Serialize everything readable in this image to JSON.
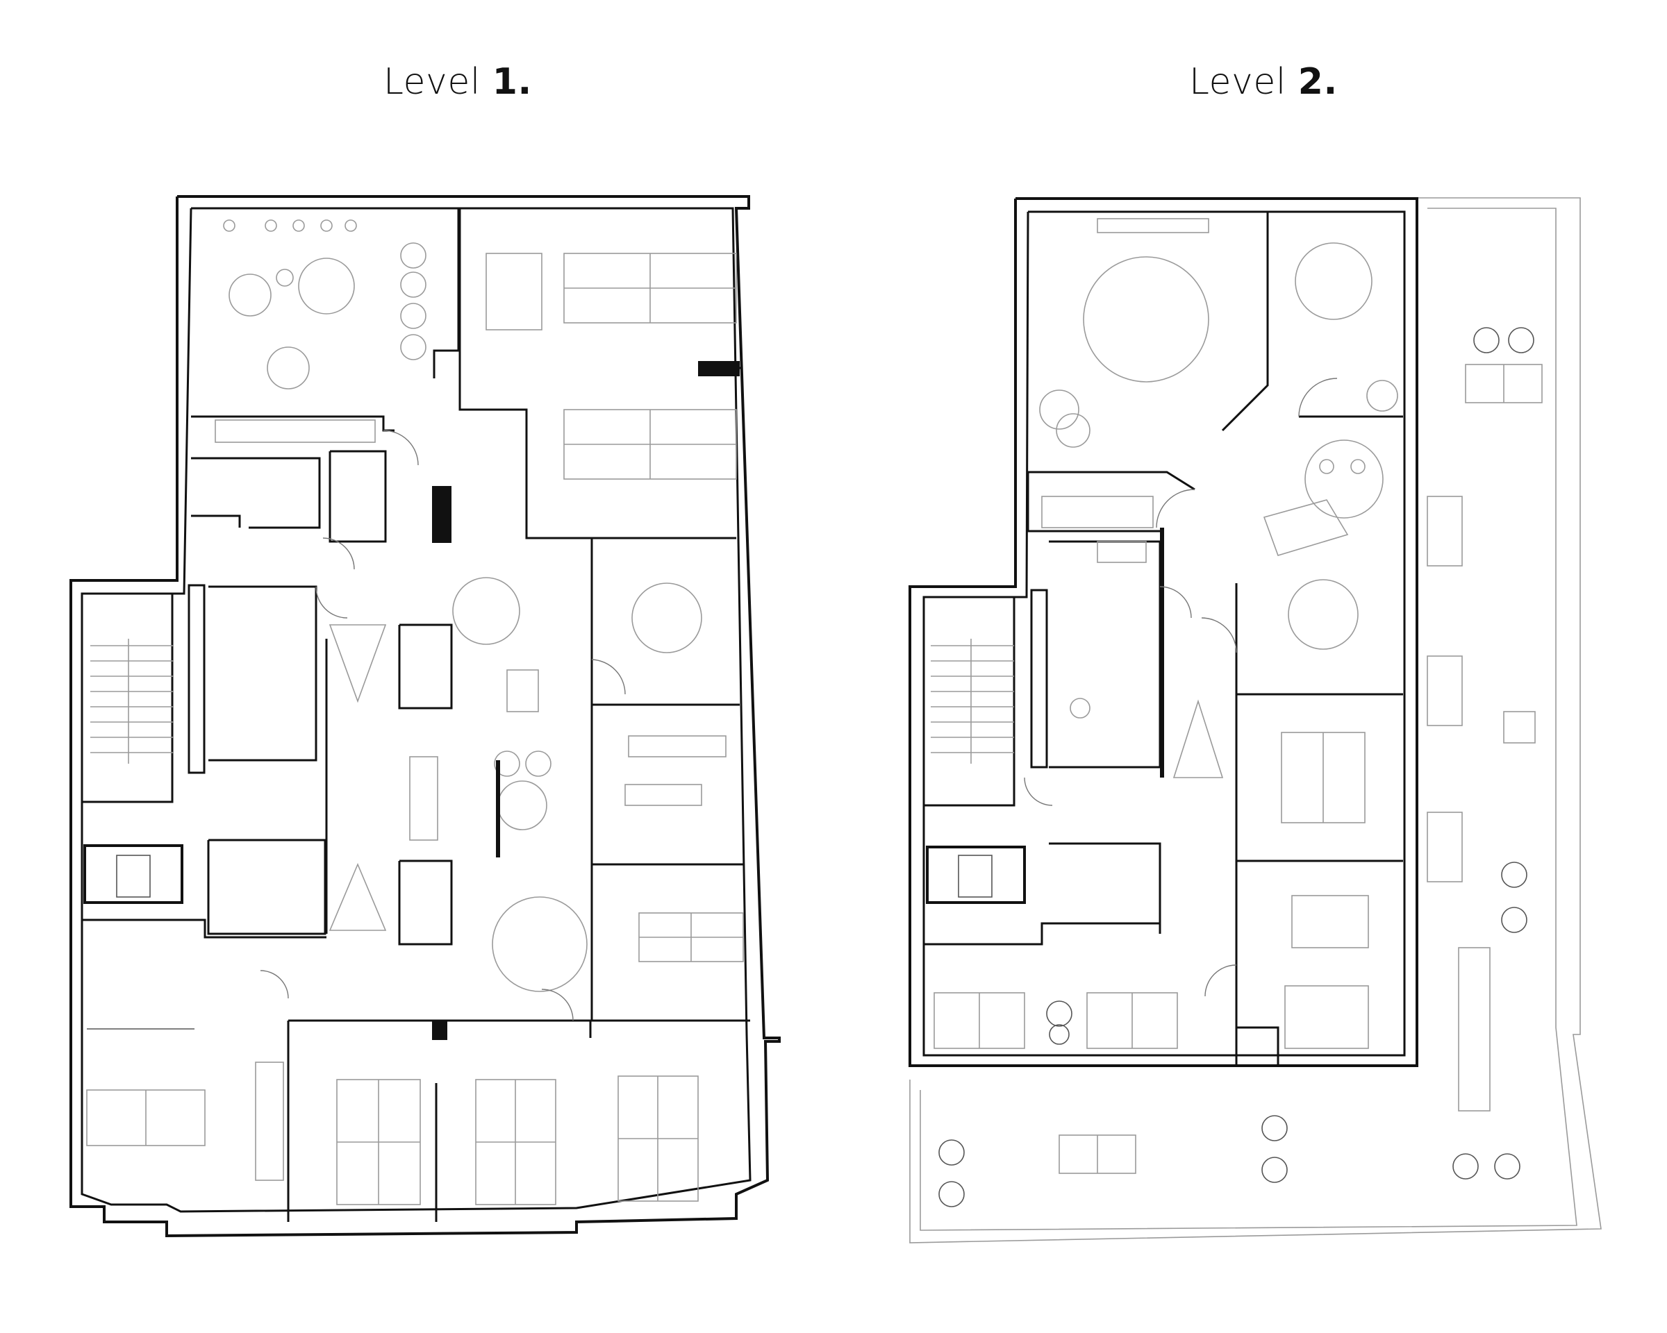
{
  "titles": {
    "level1": {
      "prefix": "Level ",
      "number": "1."
    },
    "level2": {
      "prefix": "Level ",
      "number": "2."
    }
  },
  "colors": {
    "wall": "#111111",
    "furniture": "#9a9a9a",
    "background": "#ffffff"
  }
}
